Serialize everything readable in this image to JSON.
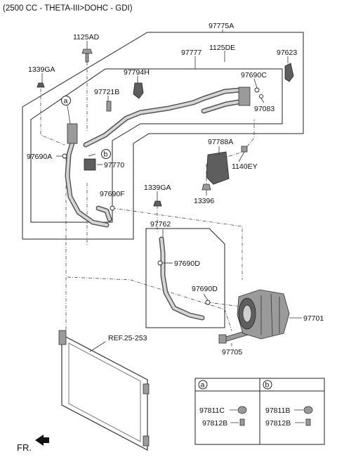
{
  "header": "(2500 CC - THETA-III>DOHC - GDI)",
  "ref_label": "REF.25-253",
  "direction_label": "FR.",
  "parts": {
    "p97775A": "97775A",
    "p1125AD": "1125AD",
    "p97777": "97777",
    "p1125DE": "1125DE",
    "p97623": "97623",
    "p1339GA_top": "1339GA",
    "p97794H": "97794H",
    "p97690C": "97690C",
    "p97721B": "97721B",
    "p97083": "97083",
    "p97690A": "97690A",
    "p97770": "97770",
    "p97788A": "97788A",
    "p1140EY": "1140EY",
    "p97690F": "97690F",
    "p1339GA_mid": "1339GA",
    "p13396": "13396",
    "p97762": "97762",
    "p97690D_top": "97690D",
    "p97690D_bot": "97690D",
    "p97701": "97701",
    "p97705": "97705"
  },
  "callouts": {
    "a": "a",
    "b": "b"
  },
  "legend": {
    "col_a": {
      "marker": "a",
      "part1": "97811C",
      "part2": "97812B"
    },
    "col_b": {
      "marker": "b",
      "part1": "97811B",
      "part2": "97812B"
    }
  }
}
